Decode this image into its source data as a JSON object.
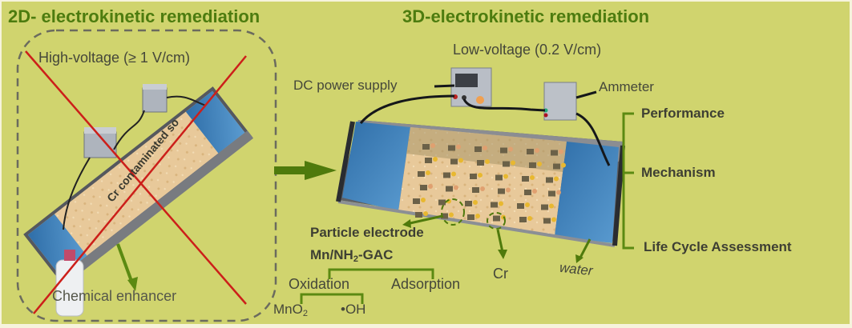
{
  "colors": {
    "background": "#d0d46e",
    "title_green": "#4d7c0f",
    "bracket_green": "#5b8a12",
    "cross_red": "#cc1f1a",
    "water_blue": "#3f7fb4",
    "soil": "#e8c99a"
  },
  "left_panel": {
    "title": "2D- electrokinetic remediation",
    "voltage_label": "High-voltage  (≥ 1 V/cm)",
    "soil_label": "Cr contaminated so",
    "enhancer_label": "Chemical enhancer",
    "crossed_out": true
  },
  "right_panel": {
    "title": "3D-electrokinetic remediation",
    "voltage_label": "Low-voltage  (0.2 V/cm)",
    "power_label": "DC power supply",
    "ammeter_label": "Ammeter",
    "particle_label": "Particle electrode",
    "material_prefix": "Mn/NH",
    "material_sub": "2",
    "material_suffix": "-GAC",
    "oxidation_label": "Oxidation",
    "adsorption_label": "Adsorption",
    "mno2_prefix": "MnO",
    "mno2_sub": "2",
    "oh_label": "•OH",
    "cr_label": "Cr",
    "water_label": "water"
  },
  "outcomes": [
    "Performance",
    "Mechanism",
    "Life Cycle Assessment"
  ]
}
